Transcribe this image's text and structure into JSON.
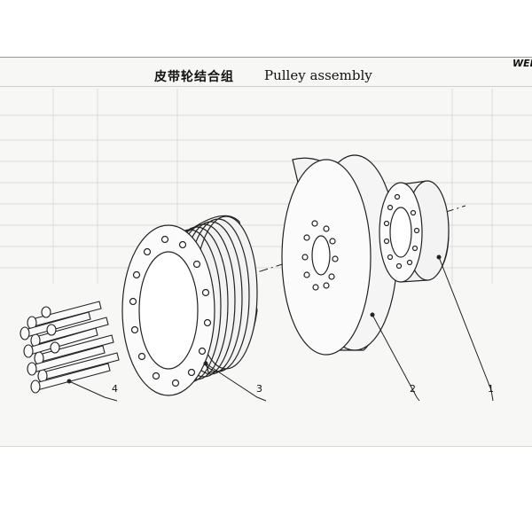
{
  "header": {
    "title_cn": "皮带轮结合组",
    "title_en": "Pulley assembly",
    "brand": "WEI"
  },
  "callouts": [
    {
      "id": "1",
      "part": "hub"
    },
    {
      "id": "2",
      "part": "disc"
    },
    {
      "id": "3",
      "part": "multi-groove-pulley"
    },
    {
      "id": "4",
      "part": "bolts"
    }
  ]
}
